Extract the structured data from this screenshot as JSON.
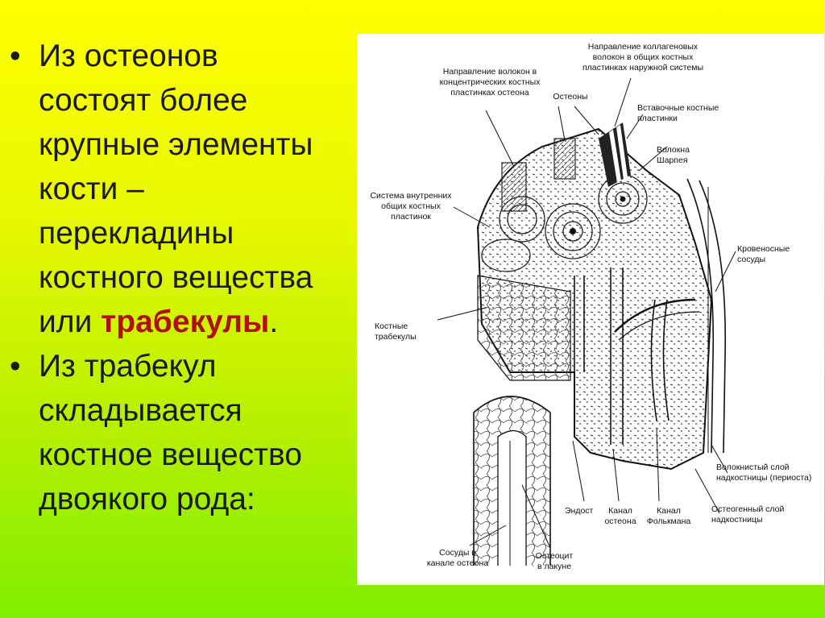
{
  "bullets": [
    {
      "marker": "•",
      "lines_before": "Из остеонов\nсостоят более\nкрупные элементы\nкости –\nперекладины\nкостного вещества\nили  ",
      "highlight": "трабекулы",
      "after": "."
    },
    {
      "marker": "•",
      "text": " Из  трабекул\nскладывается\nкостное  вещество\nдвоякого рода:"
    }
  ],
  "figure": {
    "labels": {
      "fiber_direction_osteon": "Направление волокон в\nконцентрических костных\nпластинках остеона",
      "collagen_direction": "Направление коллагеновых\nволокон в общих костных\nпластинках наружной системы",
      "osteons": "Остеоны",
      "interstitial_plates": "Вставочные костные\nпластинки",
      "sharpey_fibers": "Волокна\nШарпея",
      "inner_system": "Система внутренних\nобщих костных\nпластинок",
      "blood_vessels": "Кровеносные\nсосуды",
      "trabeculae": "Костные\nтрабекулы",
      "fibrous_layer": "Волокнистый слой\nнадкостницы (периоста)",
      "endosteum": "Эндост",
      "osteon_canal": "Канал\nостеона",
      "volkmann_canal": "Канал\nФолькмана",
      "osteogenic_layer": "Остеогенный слой\nнадкостницы",
      "vessels_in_canal": "Сосуды в\nканале остеона",
      "osteocyte": "Остеоцит\nв лакуне"
    }
  }
}
